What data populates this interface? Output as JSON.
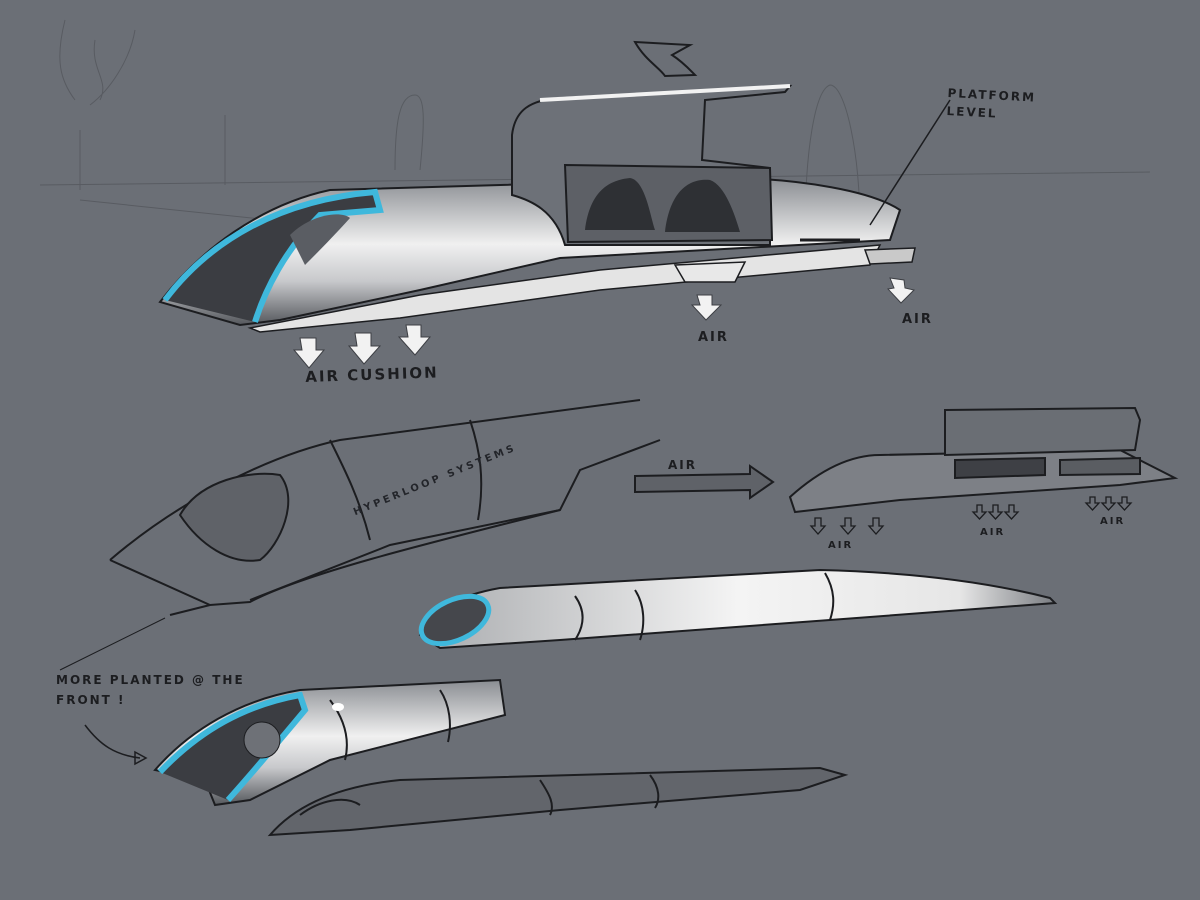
{
  "image": {
    "subject": "Hyperloop passenger pod concept sketches",
    "background_color": "#6b6f76",
    "accent_color": "#3fb8dc",
    "ink_color": "#1c1d20",
    "highlight_color": "#f2f2f2"
  },
  "annotations": {
    "platform_level": "Platform\nLevel",
    "air_cushion": "Air Cushion",
    "air_mid": "Air",
    "air_right": "Air",
    "air_flow": "Air",
    "air_small_front": "Air",
    "air_small_middle": "Air",
    "air_small_rear": "Air",
    "hyperloop_systems": "Hyperloop Systems",
    "more_planted": "More planted @ the front !"
  },
  "sketches": [
    {
      "id": "pod-open-door",
      "description": "Main pod with hinged canopy open showing seated passengers, cyan-trimmed nose, downward air arrows"
    },
    {
      "id": "pod-side-profile",
      "description": "Wireframe pod with large front inlet, labeled Hyperloop Systems"
    },
    {
      "id": "pod-small-airflow",
      "description": "Small pod diagram with air flow arrow and air pads underneath"
    },
    {
      "id": "pod-sleek",
      "description": "Sleek elongated pod with cyan oval front"
    },
    {
      "id": "pod-front-planted",
      "description": "Pod viewed from front with cyan trim, annotated more planted at the front"
    },
    {
      "id": "pod-rear-outline",
      "description": "Low outline of a pod body beneath"
    }
  ]
}
